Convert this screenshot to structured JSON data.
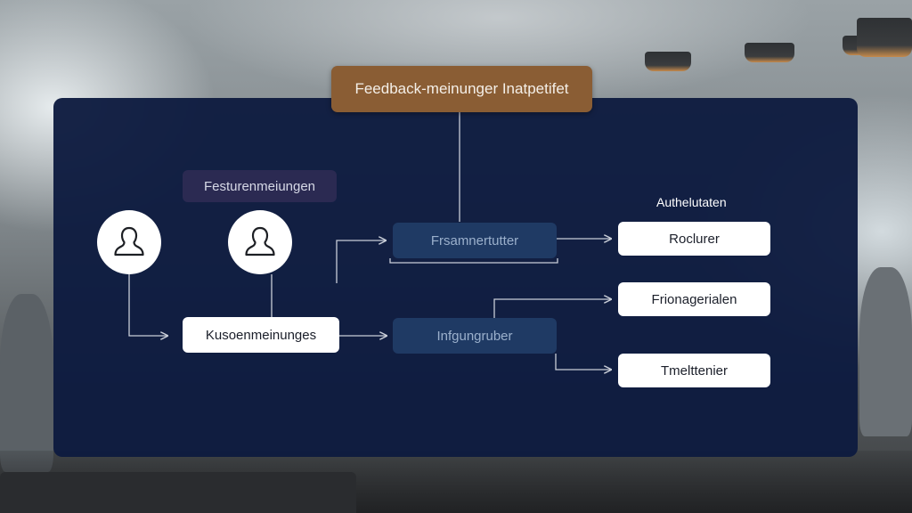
{
  "title": "Feedback-meinunger Inatpetifet",
  "source_chip": "Festurenmeiungen",
  "center_node": "Kusoenmeinunges",
  "mid_nodes": [
    "Frsamnertutter",
    "Infgungruber"
  ],
  "right_heading": "Authelutaten",
  "right_nodes": [
    "Roclurer",
    "Frionagerialen",
    "Tmelttenier"
  ],
  "icons": {
    "person": "person-icon"
  },
  "colors": {
    "panel": "#0e1b40",
    "title_box": "#8a5d34",
    "dark_node": "#1f3a64",
    "chip": "#2b2a52",
    "connector": "#c9ced8"
  }
}
